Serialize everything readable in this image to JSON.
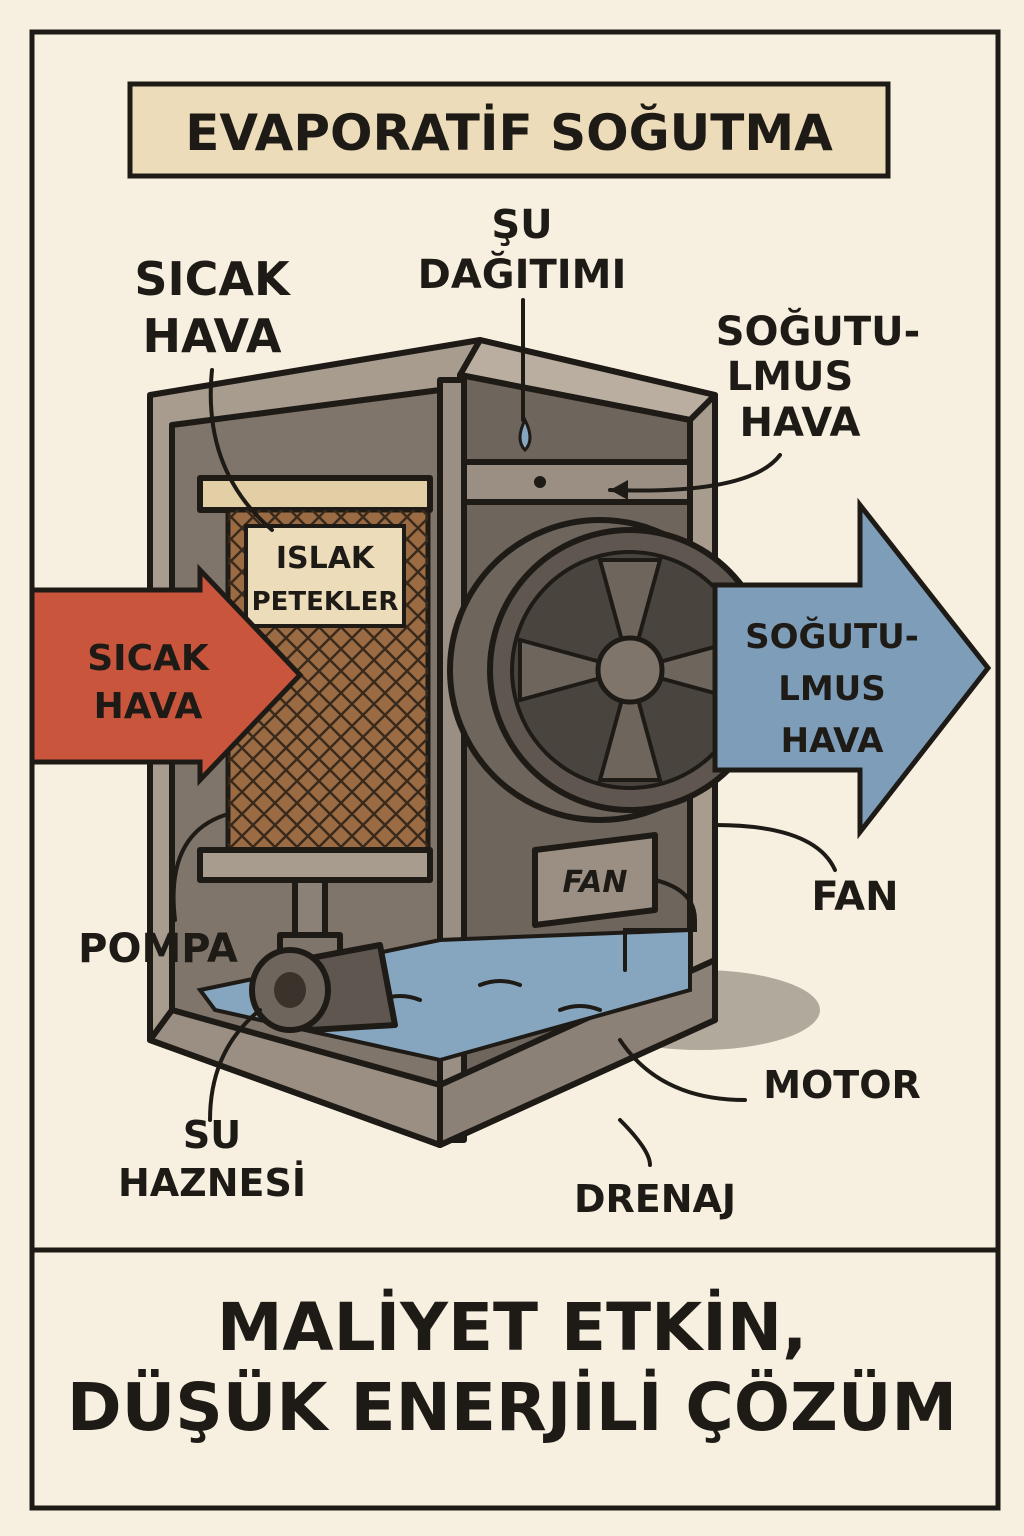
{
  "title": "EVAPORATİF SOĞUTMA",
  "labels": {
    "hot_air_top": [
      "SICAK",
      "HAVA"
    ],
    "water_distribution": [
      "ŞU",
      "DAĞITIMI"
    ],
    "cooled_air_top": [
      "SOĞUTU-",
      "LMUS",
      "HAVA"
    ],
    "wet_pads": [
      "ISLAK",
      "PETEKLER"
    ],
    "hot_air_arrow": [
      "SICAK",
      "HAVA"
    ],
    "cooled_air_arrow": [
      "SOĞUTU-",
      "LMUS",
      "HAVA"
    ],
    "fan_box": "FAN",
    "fan": "FAN",
    "pump": "POMPA",
    "motor": "MOTOR",
    "water_tank": [
      "SU",
      "HAZNESİ"
    ],
    "drain": "DRENAJ"
  },
  "footer": [
    "MALİYET ETKİN,",
    "DÜŞÜK ENERJİLİ ÇÖZÜM"
  ],
  "colors": {
    "background": "#f7f0e0",
    "title_box": "#eddcb9",
    "hot_arrow": "#c9553d",
    "cool_arrow": "#7d9db8",
    "frame": "#9a8f82",
    "pad": "#9b6b43",
    "water": "#86a6bf"
  }
}
